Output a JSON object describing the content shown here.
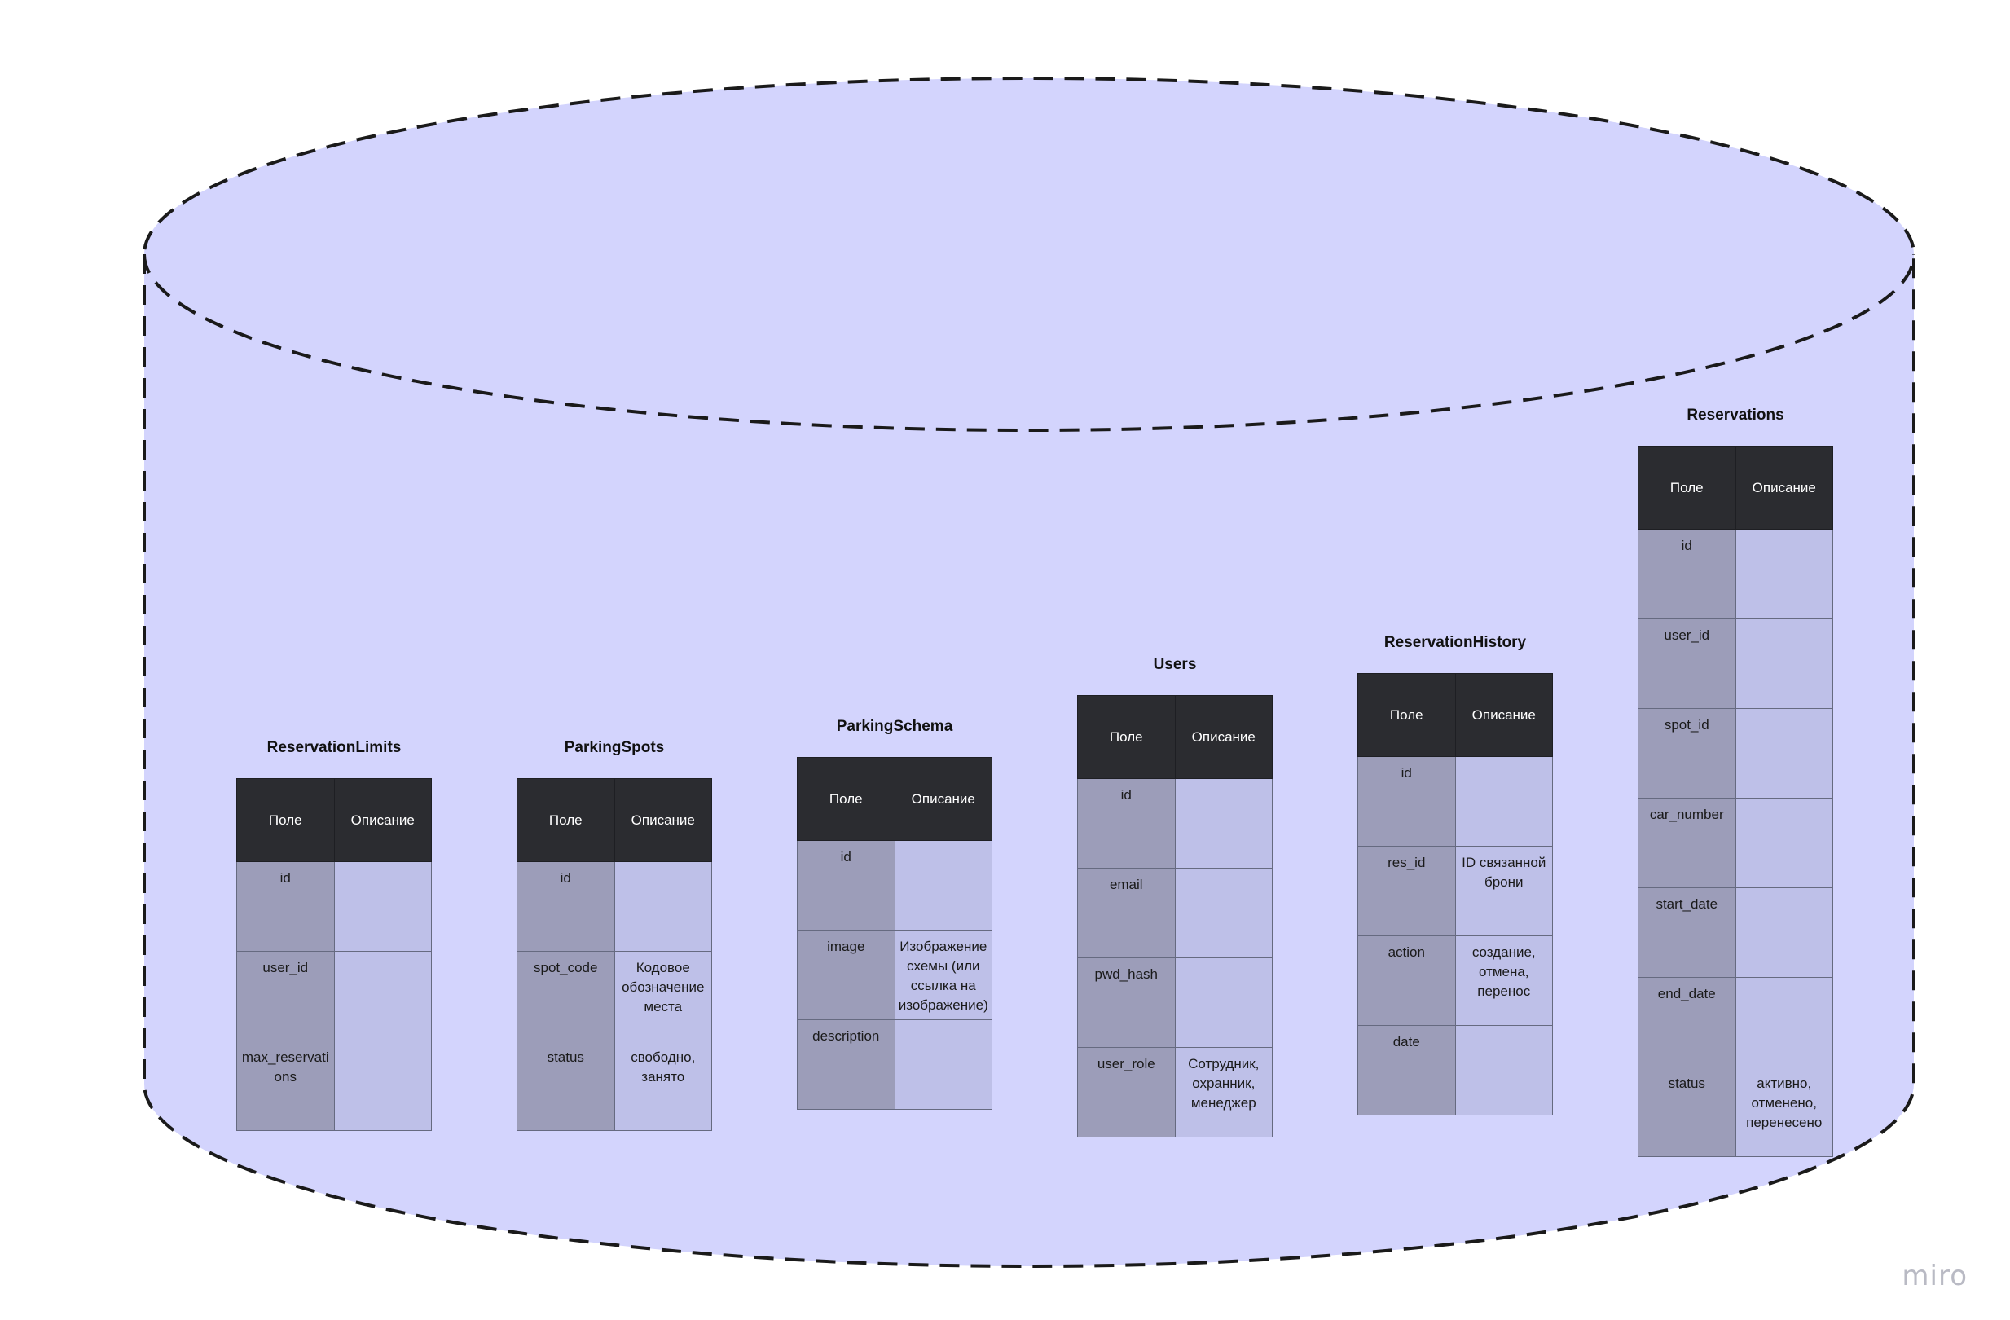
{
  "header": {
    "field": "Поле",
    "description": "Описание"
  },
  "brand": {
    "logo": "miro"
  },
  "colors": {
    "cylinder_fill": "#d3d4fd",
    "cylinder_stroke": "#1a1a1a",
    "header_bg": "#2b2c30",
    "field_bg": "#9c9db9",
    "desc_bg": "#bec0e8"
  },
  "tables": [
    {
      "name": "ReservationLimits",
      "rows": [
        {
          "field": "id",
          "desc": ""
        },
        {
          "field": "user_id",
          "desc": ""
        },
        {
          "field": "max_reservations",
          "desc": ""
        }
      ]
    },
    {
      "name": "ParkingSpots",
      "rows": [
        {
          "field": "id",
          "desc": ""
        },
        {
          "field": "spot_code",
          "desc": "Кодовое обозначение места"
        },
        {
          "field": "status",
          "desc": "свободно, занято"
        }
      ]
    },
    {
      "name": "ParkingSchema",
      "rows": [
        {
          "field": "id",
          "desc": ""
        },
        {
          "field": "image",
          "desc": "Изображение схемы (или ссылка на изображение)"
        },
        {
          "field": "description",
          "desc": ""
        }
      ]
    },
    {
      "name": "Users",
      "rows": [
        {
          "field": "id",
          "desc": ""
        },
        {
          "field": "email",
          "desc": ""
        },
        {
          "field": "pwd_hash",
          "desc": ""
        },
        {
          "field": "user_role",
          "desc": "Сотрудник, охранник, менеджер"
        }
      ]
    },
    {
      "name": "ReservationHistory",
      "rows": [
        {
          "field": "id",
          "desc": ""
        },
        {
          "field": "res_id",
          "desc": "ID связанной брони"
        },
        {
          "field": "action",
          "desc": "создание, отмена, перенос"
        },
        {
          "field": "date",
          "desc": ""
        }
      ]
    },
    {
      "name": "Reservations",
      "rows": [
        {
          "field": "id",
          "desc": ""
        },
        {
          "field": "user_id",
          "desc": ""
        },
        {
          "field": "spot_id",
          "desc": ""
        },
        {
          "field": "car_number",
          "desc": ""
        },
        {
          "field": "start_date",
          "desc": ""
        },
        {
          "field": "end_date",
          "desc": ""
        },
        {
          "field": "status",
          "desc": "активно, отменено, перенесено"
        }
      ]
    }
  ]
}
